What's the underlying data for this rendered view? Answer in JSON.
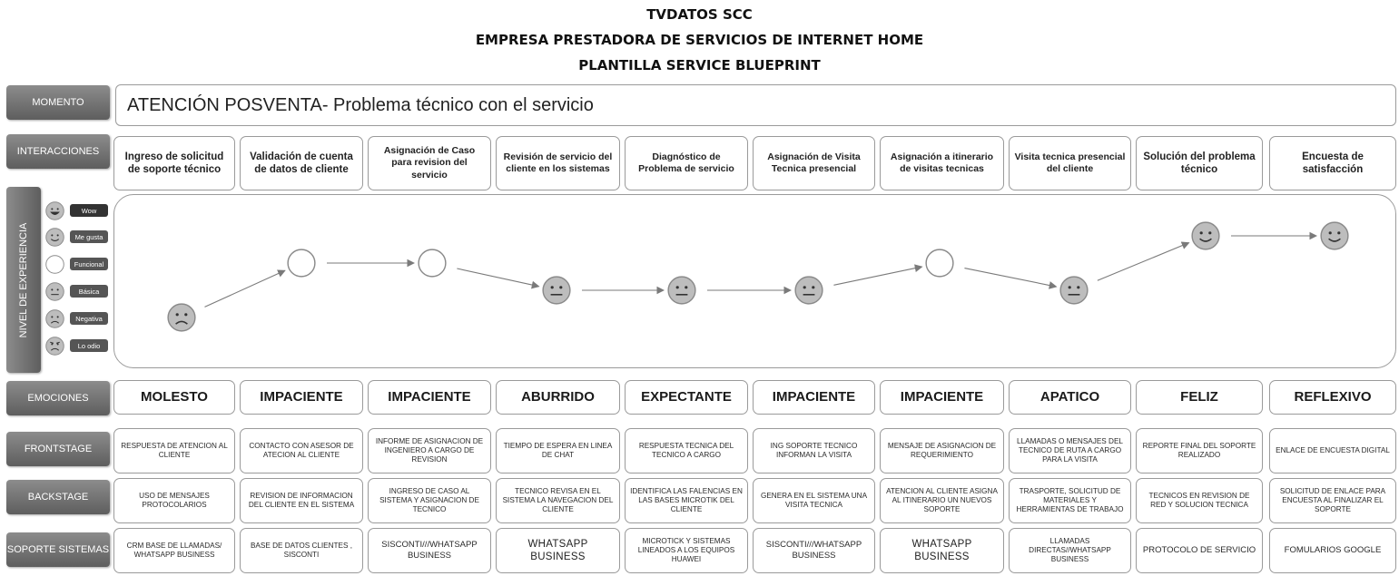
{
  "header": {
    "line1": "TVDATOS SCC",
    "line2": "EMPRESA PRESTADORA DE SERVICIOS DE INTERNET HOME",
    "line3": "PLANTILLA SERVICE BLUEPRINT"
  },
  "row_labels": {
    "momento": "MOMENTO",
    "interacciones": "INTERACCIONES",
    "nivel": "NIVEL DE EXPERIENCIA",
    "emociones": "EMOCIONES",
    "frontstage": "FRONTSTAGE",
    "backstage": "BACKSTAGE",
    "soporte": "SOPORTE SISTEMAS"
  },
  "momento": "ATENCIÓN POSVENTA- Problema técnico con el servicio",
  "legend": [
    {
      "label": "Wow",
      "face": "grin"
    },
    {
      "label": "Me gusta",
      "face": "smile"
    },
    {
      "label": "Funcional",
      "face": "empty"
    },
    {
      "label": "Básica",
      "face": "neutral"
    },
    {
      "label": "Negativa",
      "face": "sad"
    },
    {
      "label": "Lo odio",
      "face": "angry"
    }
  ],
  "interacciones": [
    "Ingreso de solicitud de soporte técnico",
    "Validación de cuenta de datos de cliente",
    "Asignación de Caso para revision del servicio",
    "Revisión de servicio del cliente en los sistemas",
    "Diagnóstico de Problema de servicio",
    "Asignación de Visita Tecnica presencial",
    "Asignación a itinerario de visitas tecnicas",
    "Visita tecnica presencial del cliente",
    "Solución del problema técnico",
    "Encuesta de satisfacción"
  ],
  "experience_levels": [
    "Negativa",
    "Funcional",
    "Funcional",
    "Básica",
    "Básica",
    "Básica",
    "Funcional",
    "Básica",
    "Me gusta",
    "Me gusta"
  ],
  "emociones": [
    "MOLESTO",
    "IMPACIENTE",
    "IMPACIENTE",
    "ABURRIDO",
    "EXPECTANTE",
    "IMPACIENTE",
    "IMPACIENTE",
    "APATICO",
    "FELIZ",
    "REFLEXIVO"
  ],
  "frontstage": [
    "RESPUESTA DE ATENCION AL CLIENTE",
    "CONTACTO CON ASESOR DE ATECION AL CLIENTE",
    "INFORME DE ASIGNACION DE INGENIERO A CARGO DE REVISION",
    "TIEMPO DE ESPERA EN LINEA DE CHAT",
    "RESPUESTA TECNICA DEL TECNICO A CARGO",
    "ING SOPORTE TECNICO INFORMAN LA VISITA",
    "MENSAJE DE ASIGNACION DE REQUERIMIENTO",
    "LLAMADAS O MENSAJES DEL TECNICO DE RUTA A CARGO PARA LA VISITA",
    "REPORTE FINAL DEL SOPORTE REALIZADO",
    "ENLACE DE ENCUESTA DIGITAL"
  ],
  "backstage": [
    "USO DE MENSAJES PROTOCOLARIOS",
    "REVISION DE INFORMACION DEL CLIENTE EN EL SISTEMA",
    "INGRESO DE CASO AL SISTEMA Y ASIGNACION DE TECNICO",
    "TECNICO REVISA EN EL SISTEMA LA NAVEGACION DEL CLIENTE",
    "IDENTIFICA LAS FALENCIAS EN LAS BASES MICROTIK DEL CLIENTE",
    "GENERA EN EL SISTEMA UNA VISITA TECNICA",
    "ATENCION AL CLIENTE ASIGNA AL ITINERARIO UN NUEVOS SOPORTE",
    "TRASPORTE, SOLICITUD DE MATERIALES Y HERRAMIENTAS DE TRABAJO",
    "TECNICOS EN REVISION DE RED Y SOLUCION TECNICA",
    "SOLICITUD DE ENLACE PARA ENCUESTA AL FINALIZAR EL SOPORTE"
  ],
  "soporte": [
    "CRM BASE DE LLAMADAS/ WHATSAPP BUSINESS",
    "BASE DE DATOS CLIENTES , SISCONTI",
    "SISCONTI///WHATSAPP BUSINESS",
    "WHATSAPP BUSINESS",
    "MICROTICK Y SISTEMAS LINEADOS A LOS EQUIPOS HUAWEI",
    "SISCONTI///WHATSAPP BUSINESS",
    "WHATSAPP BUSINESS",
    "LLAMADAS DIRECTAS//WHATSAPP BUSINESS",
    "PROTOCOLO DE SERVICIO",
    "FOMULARIOS GOOGLE"
  ]
}
